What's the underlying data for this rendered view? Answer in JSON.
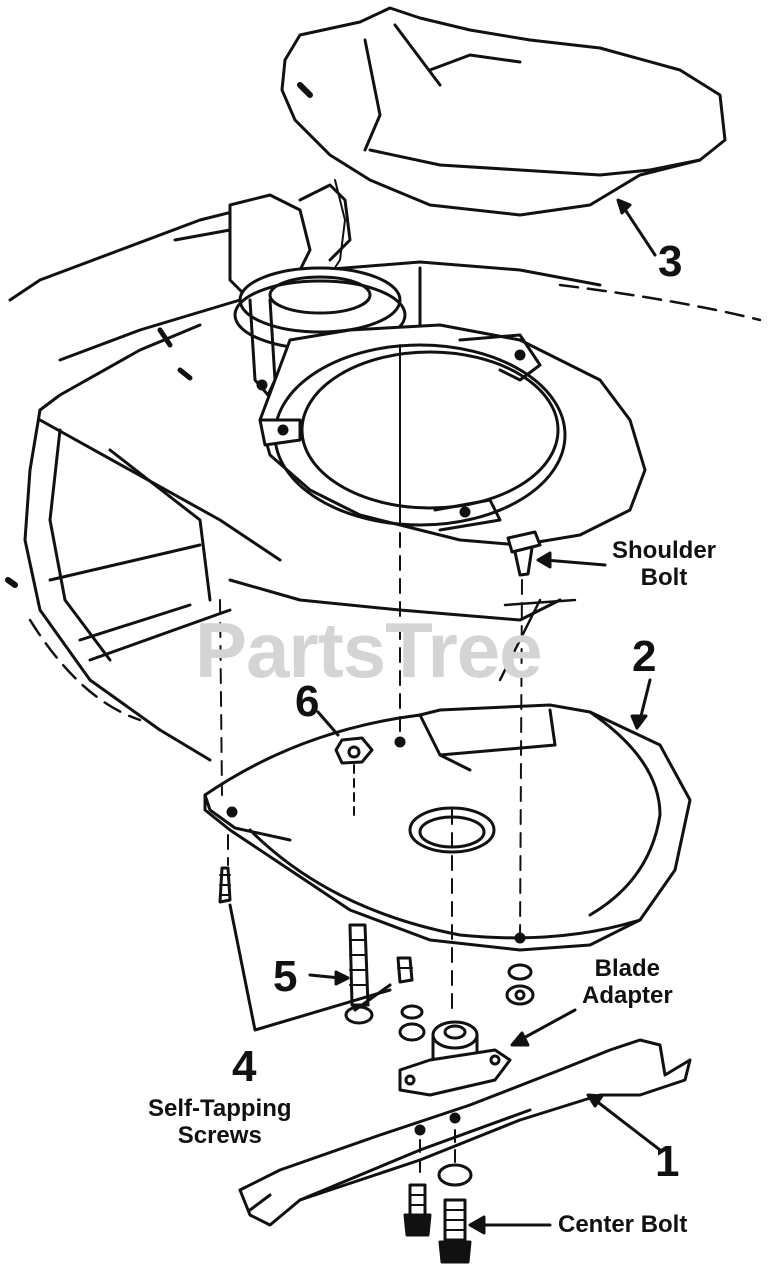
{
  "watermark": "PartsTree",
  "callouts": {
    "part_1": "1",
    "part_2": "2",
    "part_3": "3",
    "part_4": "4",
    "part_5": "5",
    "part_6": "6",
    "shoulder_bolt": "Shoulder\nBolt",
    "blade_adapter": "Blade\nAdapter",
    "self_tapping_screws": "Self-Tapping\nScrews",
    "center_bolt": "Center Bolt"
  },
  "parts": [
    "mower-blade",
    "blade-housing-baffle",
    "discharge-chute",
    "self-tapping-screws",
    "screw",
    "nut",
    "shoulder-bolt",
    "blade-adapter",
    "center-bolt"
  ]
}
